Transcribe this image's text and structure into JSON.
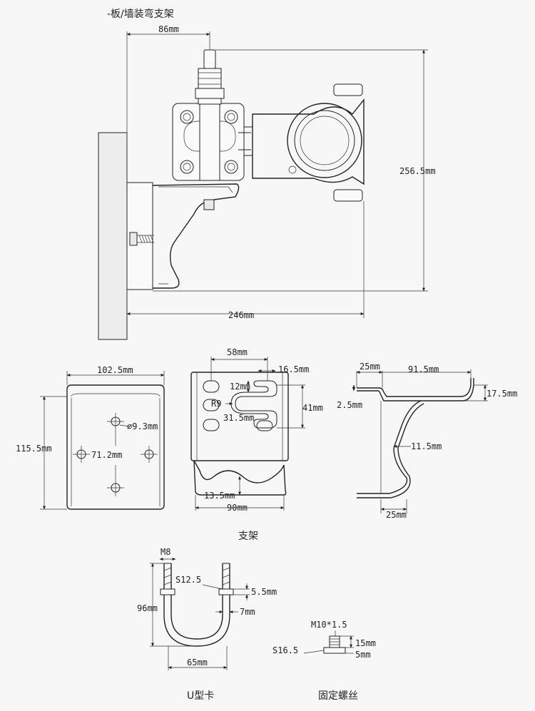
{
  "title": "-板/墙装弯支架",
  "assembly": {
    "dim_width_top": "86mm",
    "dim_height": "256.5mm",
    "dim_width_bottom": "246mm"
  },
  "bracket": {
    "caption": "支架",
    "plate": {
      "width": "102.5mm",
      "height": "115.5mm",
      "hole": "⌀9.3mm",
      "hole_spacing": "71.2mm"
    },
    "front": {
      "width_top": "58mm",
      "slot_w": "16.5mm",
      "slot_h": "12mm",
      "radius": "R9",
      "offset": "31.5mm",
      "height": "41mm",
      "bottom_offset": "13.5mm",
      "width": "90mm"
    },
    "side": {
      "flange": "25mm",
      "length": "91.5mm",
      "thickness": "2.5mm",
      "bend_h": "17.5mm",
      "mid": "11.5mm",
      "foot": "25mm"
    }
  },
  "ubolt": {
    "caption": "U型卡",
    "thread": "M8",
    "nut": "S12.5",
    "nut_h": "5.5mm",
    "height": "96mm",
    "dia": "7mm",
    "width": "65mm"
  },
  "screw": {
    "caption": "固定螺丝",
    "thread": "M10*1.5",
    "head": "S16.5",
    "length": "15mm",
    "head_h": "5mm"
  }
}
